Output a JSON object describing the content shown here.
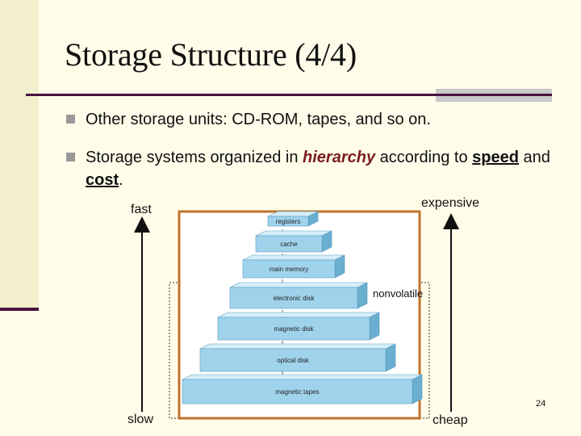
{
  "slide": {
    "title": "Storage Structure (4/4)",
    "page_number": "24"
  },
  "bullets": [
    {
      "text": "Other storage units: CD-ROM, tapes, and so on."
    },
    {
      "part1": "Storage systems organized in ",
      "highlight": "hierarchy",
      "part2": " according to ",
      "speed": "speed",
      "and": " and ",
      "cost": "cost",
      "end": "."
    }
  ],
  "diagram": {
    "label_fast": "fast",
    "label_slow": "slow",
    "label_expensive": "expensive",
    "label_cheap": "cheap",
    "label_nonvolatile": "nonvolatile",
    "levels": [
      "registers",
      "cache",
      "main memory",
      "electronic disk",
      "magnetic disk",
      "optical disk",
      "magnetic tapes"
    ],
    "colors": {
      "block_front": "#9fd3ec",
      "block_top": "#d6eef9",
      "block_side": "#6aaed0",
      "frame": "#c0732e"
    }
  }
}
